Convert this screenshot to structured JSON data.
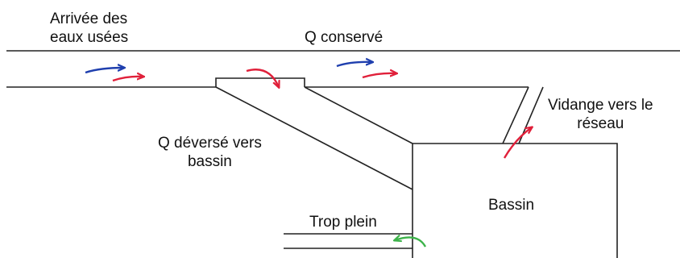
{
  "labels": {
    "inflow": [
      "Arrivée des",
      "eaux usées"
    ],
    "kept_flow": "Q conservé",
    "diverted_flow": [
      "Q déversé vers",
      "bassin"
    ],
    "drain": [
      "Vidange vers le",
      "réseau"
    ],
    "basin": "Bassin",
    "overflow": "Trop plein"
  },
  "colors": {
    "blue_arrow": "#1f3fae",
    "red_arrow": "#e0203a",
    "green_arrow": "#3db34a"
  }
}
